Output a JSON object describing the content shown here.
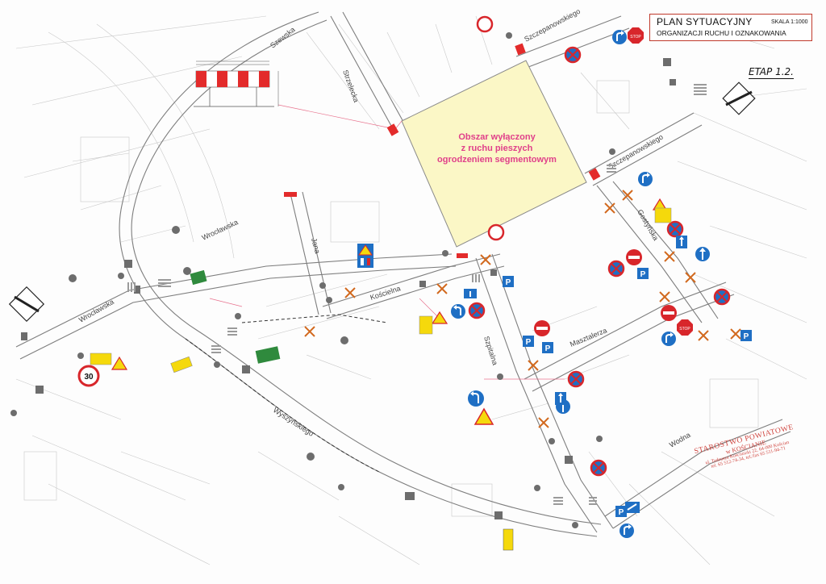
{
  "title": {
    "main": "PLAN SYTUACYJNY",
    "scale": "SKALA 1:1000",
    "subtitle": "ORGANIZACJI RUCHU I OZNAKOWANIA"
  },
  "stage_label": "ETAP 1.2.",
  "excluded_zone": {
    "line1": "Obszar wyłączony",
    "line2": "z ruchu pieszych",
    "line3": "ogrodzeniem segmentowym",
    "fill_color": "#fbf7c6",
    "text_color": "#e0408a"
  },
  "streets": {
    "szewska": "Szewska",
    "szczepanowskiego_top": "Szczepanowskiego",
    "szczepanowskiego_right": "Szczepanowskiego",
    "strzelecka": "Strzelecka",
    "wroclawska_upper": "Wrocławska",
    "wroclawska_lower": "Wrocławska",
    "jana": "Jana",
    "koscielna": "Kościelna",
    "gostynska": "Gostyńska",
    "szpitalna": "Szpitalna",
    "masztalerza": "Masztalerza",
    "wyszynskiego": "Wyszyńskiego",
    "wodna": "Wodna"
  },
  "stamp": {
    "line1": "STAROSTWO POWIATOWE",
    "line2": "w KOŚCIANIE",
    "line3": "ul. Tadeusza Kościuszki 22, 64-000 Kościan",
    "line4": "tel. 65 512-74-34, tel./fax 65 511-94-71",
    "line5": ""
  },
  "signs": {
    "speed_limit": "30",
    "stop": "STOP",
    "parking": "P"
  },
  "colors": {
    "sign_blue": "#1f6fc4",
    "sign_red": "#d8262b",
    "sign_yellow": "#f5d90c",
    "barrier_red": "#e32b2b",
    "map_line": "#9a9a9a",
    "stamp": "#d0453f"
  }
}
